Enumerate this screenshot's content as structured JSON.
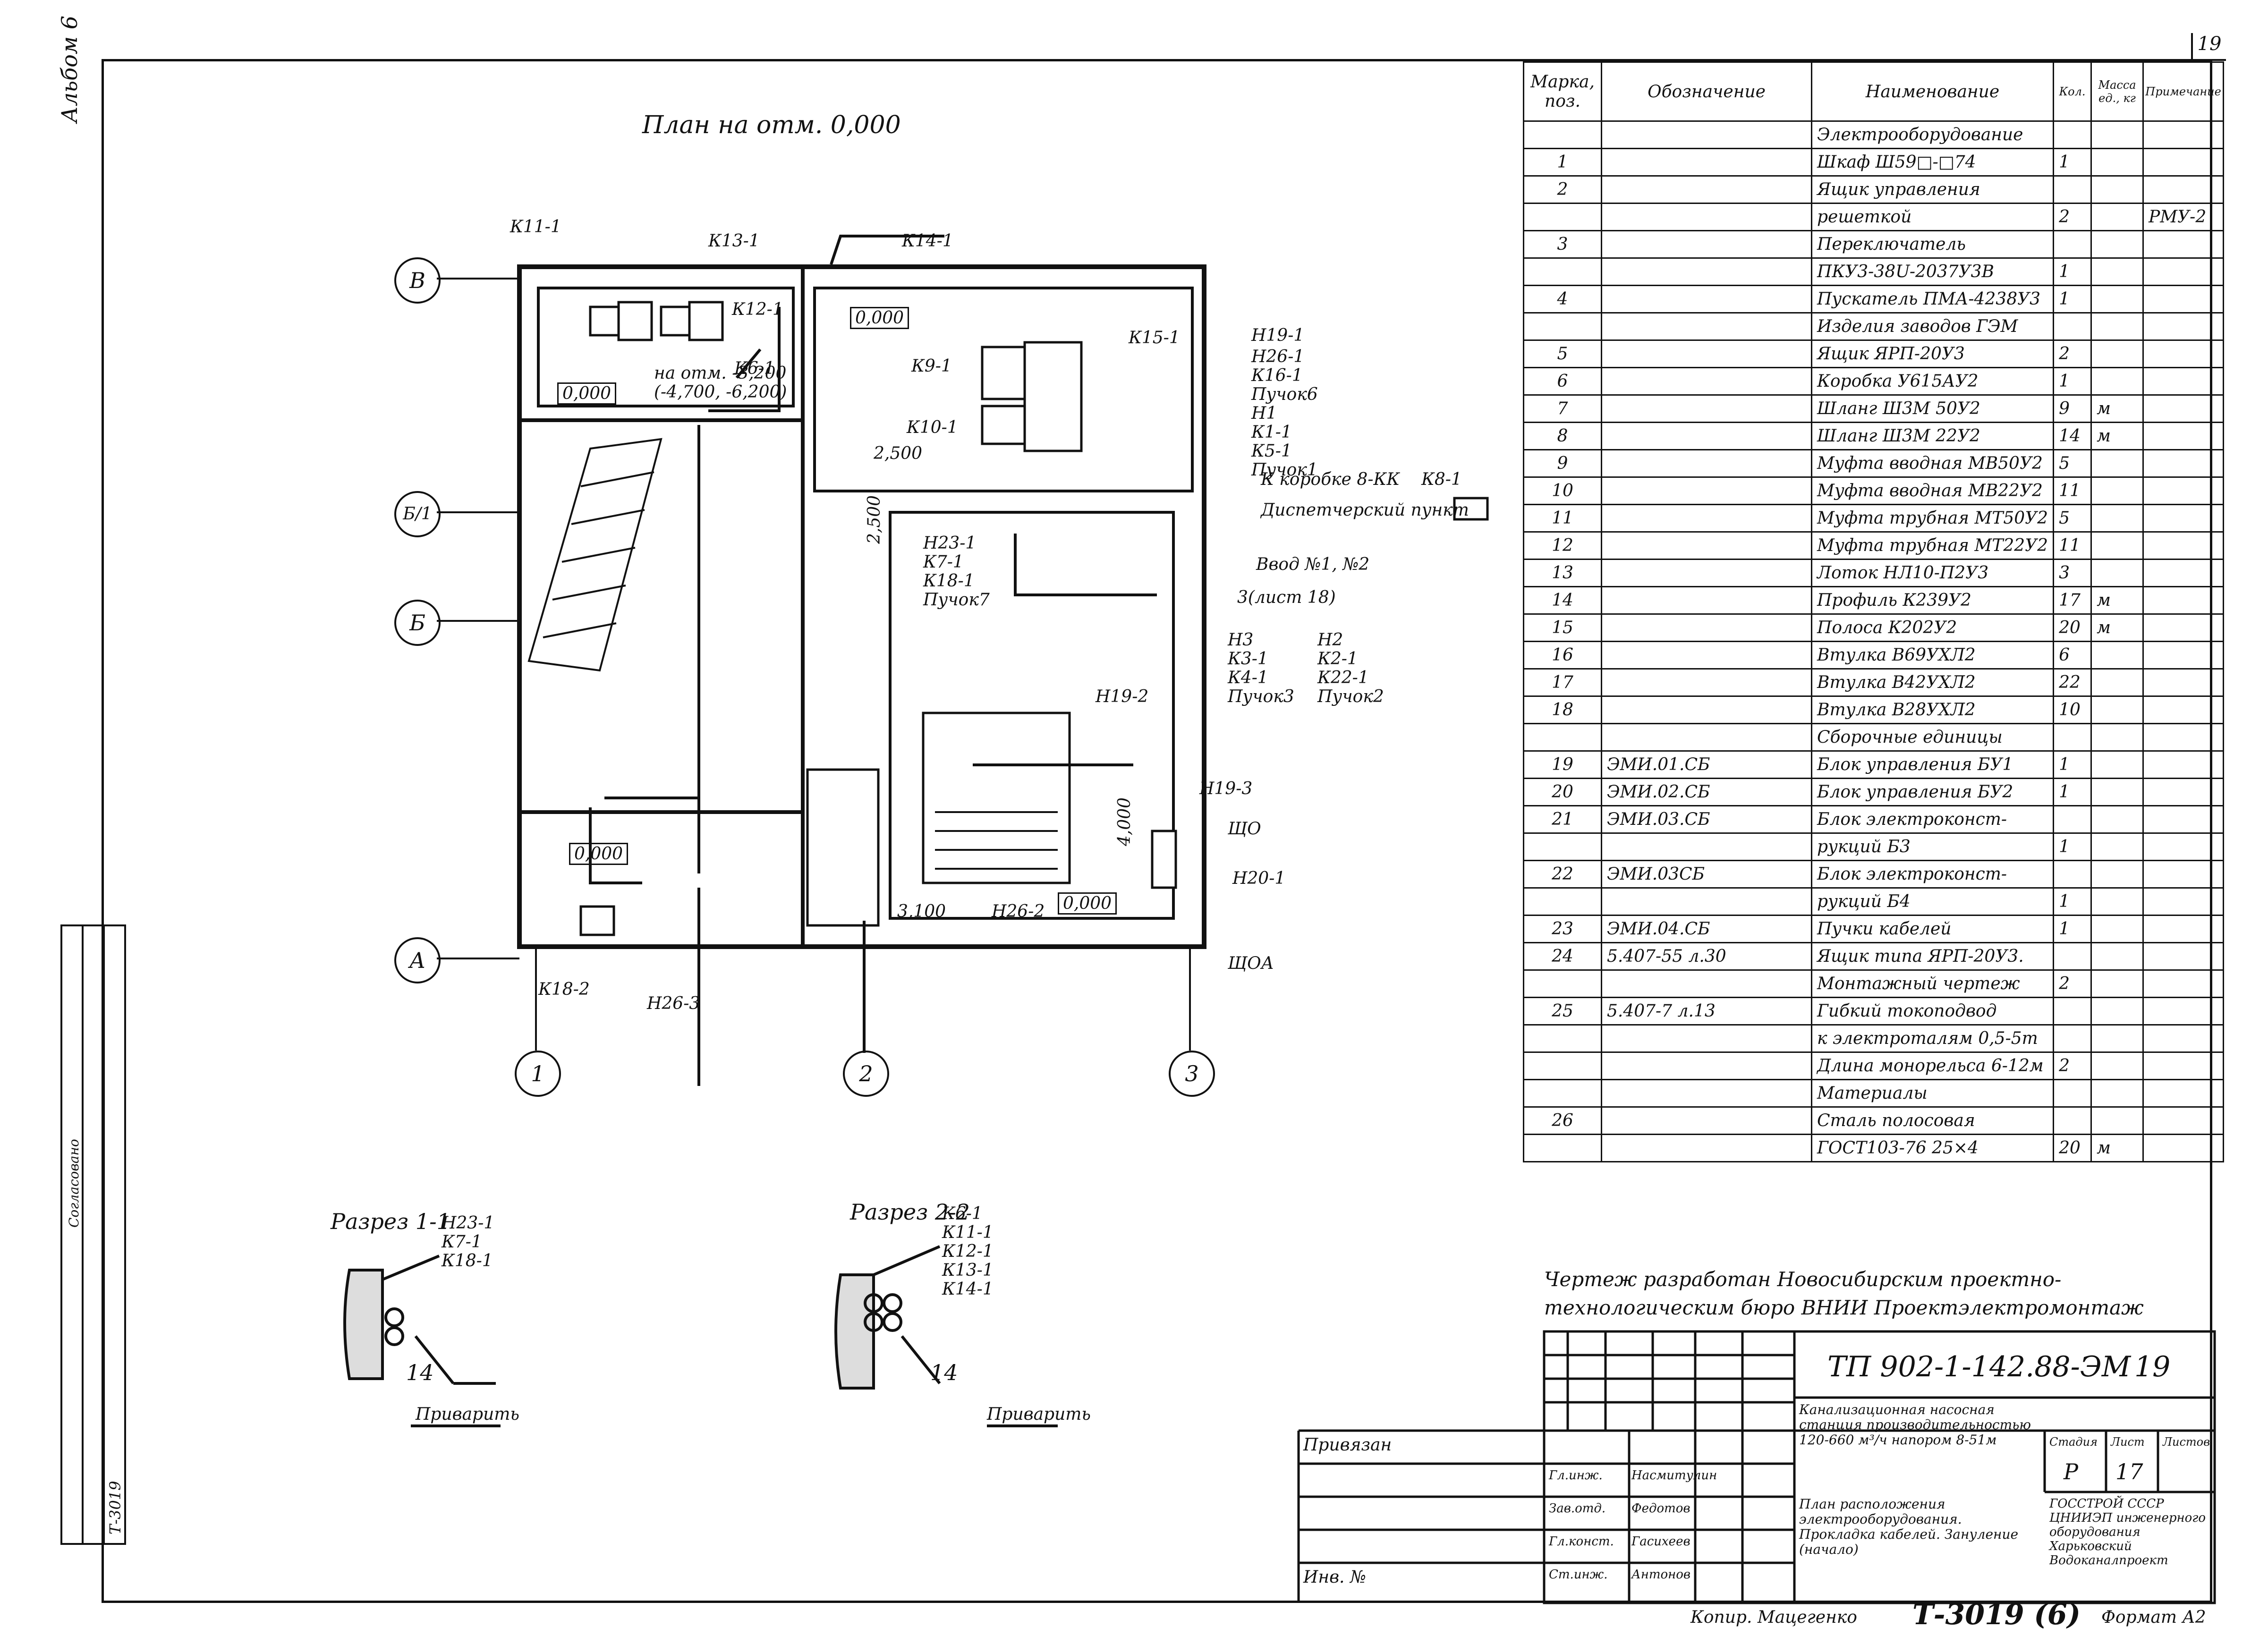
{
  "page": {
    "album_label": "Альбом 6",
    "sheet_number": "19",
    "plan_title": "План на отм. 0,000",
    "section_1_title": "Разрез 1-1",
    "section_2_title": "Разрез 2-2",
    "section_1_labels": [
      "Н23-1",
      "К7-1",
      "К18-1"
    ],
    "section_2_labels": [
      "К6-1",
      "К11-1",
      "К12-1",
      "К13-1",
      "К14-1"
    ],
    "section_mark": "14",
    "weld_note": "Приварить",
    "axes": [
      "В",
      "Б/1",
      "Б",
      "А",
      "1",
      "2",
      "3"
    ],
    "elevations": [
      "0,000",
      "0,000",
      "0,000",
      "0,000",
      "2,500",
      "2,500",
      "4,000",
      "3,100"
    ],
    "plan_notes": [
      "на отм. -3,200",
      "(-4,700, -6,200)",
      "К коробке 8-КК",
      "К8-1",
      "Диспетчерский пункт",
      "Ввод №1, №2",
      "3(лист 18)",
      "ЩО",
      "ЩОА"
    ],
    "cable_labels": [
      "К11-1",
      "К12-1",
      "К13-1",
      "К14-1",
      "К6-1",
      "К9-1",
      "К10-1",
      "К15-1",
      "Н19-1",
      "Н26-1",
      "К16-1",
      "Пучок6",
      "Н1",
      "К1-1",
      "К5-1",
      "Пучок1",
      "Н23-1",
      "К7-1",
      "К18-1",
      "Пучок7",
      "Н3",
      "К3-1",
      "К4-1",
      "Пучок3",
      "Н2",
      "К2-1",
      "К22-1",
      "Пучок2",
      "Н19-2",
      "Н19-3",
      "Н26-2",
      "Н26-3",
      "К18-2",
      "Н20-1"
    ],
    "author_note": "Чертеж разработан Новосибирским проектно-технологическим бюро ВНИИ Проектэлектромонтаж",
    "stamp": {
      "doc_code": "ТП 902-1-142.88-ЭМ",
      "sheet": "19",
      "project": "Канализационная насосная станция производительностью 120-660 м³/ч напором 8-51м",
      "title": "План расположения электрооборудования. Прокладка кабелей. Зануление (начало)",
      "stage": "Р",
      "sheet_no": "17",
      "org": "ГОССТРОЙ СССР ЦНИИЭП инженерного оборудования Харьковский Водоканалпроект",
      "bound": "Привязан",
      "inv": "Инв. №",
      "roles": [
        "Гл.инж.",
        "Зав.отд.",
        "Гл.конст.",
        "Ст.инж."
      ],
      "names": [
        "Насмитулин",
        "Федотов",
        "Гасихеев",
        "Антонов"
      ],
      "stamp_headers": [
        "Стадия",
        "Лист",
        "Листов"
      ]
    },
    "footer": {
      "copied": "Копир. Мацегенко",
      "inv_number": "Т-3019 (6)",
      "format": "Формат А2"
    },
    "side_stamp": [
      "Согласовано",
      "Т-3019"
    ]
  },
  "spec": {
    "headers": [
      "Марка, поз.",
      "Обозначение",
      "Наименование",
      "Кол.",
      "Масса ед., кг",
      "Примечание"
    ],
    "rows": [
      [
        "",
        "",
        "Электрооборудование",
        "",
        "",
        ""
      ],
      [
        "1",
        "",
        "Шкаф Ш59□-□74",
        "1",
        "",
        ""
      ],
      [
        "2",
        "",
        "Ящик управления",
        "",
        "",
        ""
      ],
      [
        "",
        "",
        "решеткой",
        "2",
        "",
        "РМУ-2"
      ],
      [
        "3",
        "",
        "Переключатель",
        "",
        "",
        ""
      ],
      [
        "",
        "",
        "ПКУ3-38U-2037У3В",
        "1",
        "",
        ""
      ],
      [
        "4",
        "",
        "Пускатель ПМА-4238У3",
        "1",
        "",
        ""
      ],
      [
        "",
        "",
        "Изделия заводов ГЭМ",
        "",
        "",
        ""
      ],
      [
        "5",
        "",
        "Ящик ЯРП-20У3",
        "2",
        "",
        ""
      ],
      [
        "6",
        "",
        "Коробка У615АУ2",
        "1",
        "",
        ""
      ],
      [
        "7",
        "",
        "Шланг Ш3М 50У2",
        "9",
        "м",
        ""
      ],
      [
        "8",
        "",
        "Шланг Ш3М 22У2",
        "14",
        "м",
        ""
      ],
      [
        "9",
        "",
        "Муфта вводная МВ50У2",
        "5",
        "",
        ""
      ],
      [
        "10",
        "",
        "Муфта вводная МВ22У2",
        "11",
        "",
        ""
      ],
      [
        "11",
        "",
        "Муфта трубная МТ50У2",
        "5",
        "",
        ""
      ],
      [
        "12",
        "",
        "Муфта трубная МТ22У2",
        "11",
        "",
        ""
      ],
      [
        "13",
        "",
        "Лоток НЛ10-П2У3",
        "3",
        "",
        ""
      ],
      [
        "14",
        "",
        "Профиль К239У2",
        "17",
        "м",
        ""
      ],
      [
        "15",
        "",
        "Полоса К202У2",
        "20",
        "м",
        ""
      ],
      [
        "16",
        "",
        "Втулка В69УХЛ2",
        "6",
        "",
        ""
      ],
      [
        "17",
        "",
        "Втулка В42УХЛ2",
        "22",
        "",
        ""
      ],
      [
        "18",
        "",
        "Втулка В28УХЛ2",
        "10",
        "",
        ""
      ],
      [
        "",
        "",
        "Сборочные единицы",
        "",
        "",
        ""
      ],
      [
        "19",
        "ЭМИ.01.СБ",
        "Блок управления БУ1",
        "1",
        "",
        ""
      ],
      [
        "20",
        "ЭМИ.02.СБ",
        "Блок управления БУ2",
        "1",
        "",
        ""
      ],
      [
        "21",
        "ЭМИ.03.СБ",
        "Блок электроконст-",
        "",
        "",
        ""
      ],
      [
        "",
        "",
        "рукций Б3",
        "1",
        "",
        ""
      ],
      [
        "22",
        "ЭМИ.03СБ",
        "Блок электроконст-",
        "",
        "",
        ""
      ],
      [
        "",
        "",
        "рукций Б4",
        "1",
        "",
        ""
      ],
      [
        "23",
        "ЭМИ.04.СБ",
        "Пучки кабелей",
        "1",
        "",
        ""
      ],
      [
        "24",
        "5.407-55 л.30",
        "Ящик типа ЯРП-20У3.",
        "",
        "",
        ""
      ],
      [
        "",
        "",
        "Монтажный чертеж",
        "2",
        "",
        ""
      ],
      [
        "25",
        "5.407-7 л.13",
        "Гибкий токоподвод",
        "",
        "",
        ""
      ],
      [
        "",
        "",
        "к электроталям 0,5-5т",
        "",
        "",
        ""
      ],
      [
        "",
        "",
        "Длина монорельса 6-12м",
        "2",
        "",
        ""
      ],
      [
        "",
        "",
        "Материалы",
        "",
        "",
        ""
      ],
      [
        "26",
        "",
        "Сталь полосовая",
        "",
        "",
        ""
      ],
      [
        "",
        "",
        "ГОСТ103-76 25×4",
        "20",
        "м",
        ""
      ]
    ]
  }
}
